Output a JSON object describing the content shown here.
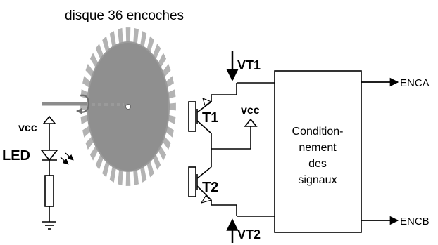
{
  "disk": {
    "title": "disque 36 encoches",
    "slot_count": 36,
    "colors": {
      "outer": "#b3b3b3",
      "inner": "#8f8f8f",
      "beam": "#8c8c8c"
    }
  },
  "emitter": {
    "vcc_label": "vcc",
    "led_label": "LED"
  },
  "phototransistors": {
    "t1_label": "T1",
    "t2_label": "T2",
    "vcc_label": "vcc",
    "vt1_label": "VT1",
    "vt2_label": "VT2"
  },
  "conditioning": {
    "lines": [
      "Condition-",
      "nement",
      "des",
      "signaux"
    ]
  },
  "outputs": {
    "enca_label": "ENCA",
    "encb_label": "ENCB"
  }
}
